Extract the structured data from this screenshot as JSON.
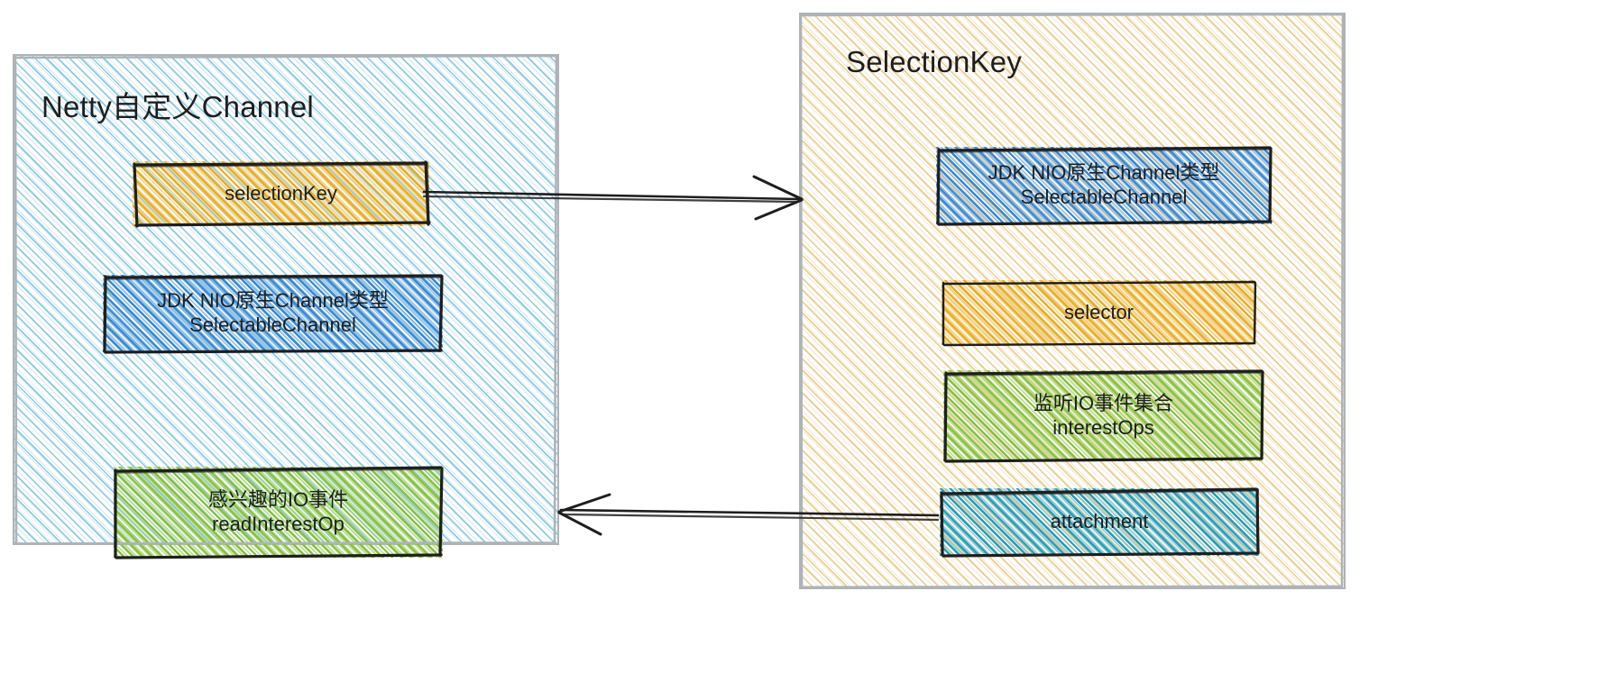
{
  "diagram": {
    "title_hidden": "Netty Channel and SelectionKey relationship",
    "style": "hand-drawn sketch (excalidraw)",
    "background": "#ffffff"
  },
  "panels": [
    {
      "id": "netty-channel",
      "title": "Netty自定义Channel",
      "fill_color": "#d7eef8",
      "stroke_color": "#adb3b8",
      "nodes": [
        {
          "id": "selection-key",
          "label": "selectionKey",
          "fill_color": "#f5c14e",
          "stroke_color": "#1e1e1e"
        },
        {
          "id": "selectable-channel",
          "label": "JDK NIO原生Channel类型\nSelectableChannel",
          "fill_color": "#3182ce",
          "stroke_color": "#1e1e1e"
        },
        {
          "id": "read-interest-op",
          "label": "感兴趣的IO事件\nreadInterestOp",
          "fill_color": "#7ebe3a",
          "stroke_color": "#1e1e1e"
        }
      ]
    },
    {
      "id": "selection-key-panel",
      "title": "SelectionKey",
      "fill_color": "#f6ecd2",
      "stroke_color": "#adb3b8",
      "nodes": [
        {
          "id": "selectable-channel-2",
          "label": "JDK NIO原生Channel类型\nSelectableChannel",
          "fill_color": "#3182ce",
          "stroke_color": "#1e1e1e"
        },
        {
          "id": "selector",
          "label": "selector",
          "fill_color": "#f5c14e",
          "stroke_color": "#1e1e1e"
        },
        {
          "id": "interest-ops",
          "label": "监听IO事件集合\ninterestOps",
          "fill_color": "#7ebe3a",
          "stroke_color": "#1e1e1e"
        },
        {
          "id": "attachment",
          "label": "attachment",
          "fill_color": "#2096b0",
          "stroke_color": "#1e1e1e"
        }
      ]
    }
  ],
  "arrows": [
    {
      "id": "arrow-selectionkey-to-selectionkey-panel",
      "direction": "right",
      "from": "selection-key",
      "to": "selection-key-panel",
      "label": "",
      "stroke_color": "#1e1e1e"
    },
    {
      "id": "arrow-attachment-to-netty-channel",
      "direction": "left",
      "from": "attachment",
      "to": "netty-channel",
      "label": "",
      "stroke_color": "#1e1e1e"
    }
  ]
}
